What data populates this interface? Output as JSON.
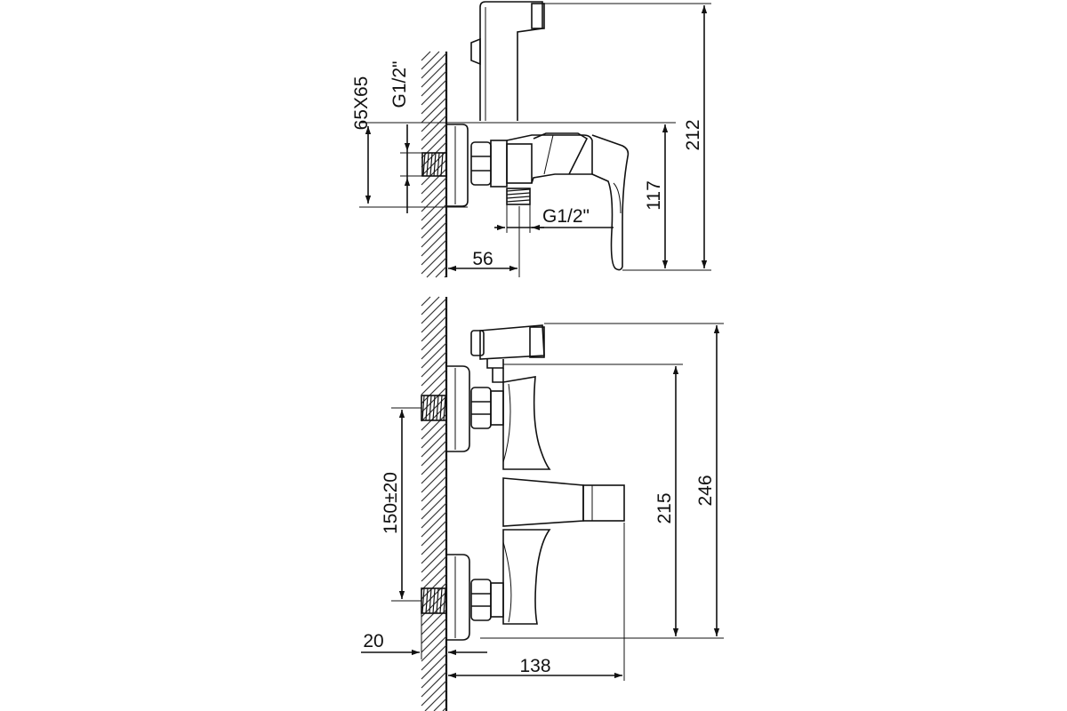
{
  "side_view": {
    "dim_body": "65X65",
    "dim_inlet_thread": "G1/2\"",
    "dim_outlet_thread": "G1/2\"",
    "dim_projection": "56",
    "dim_spout_height": "117",
    "dim_total_height": "212"
  },
  "front_view": {
    "dim_centers": "150±20",
    "dim_wall_offset": "20",
    "dim_depth": "138",
    "dim_height_body": "215",
    "dim_height_total": "246"
  },
  "colors": {
    "line": "#111111",
    "background": "#ffffff"
  }
}
